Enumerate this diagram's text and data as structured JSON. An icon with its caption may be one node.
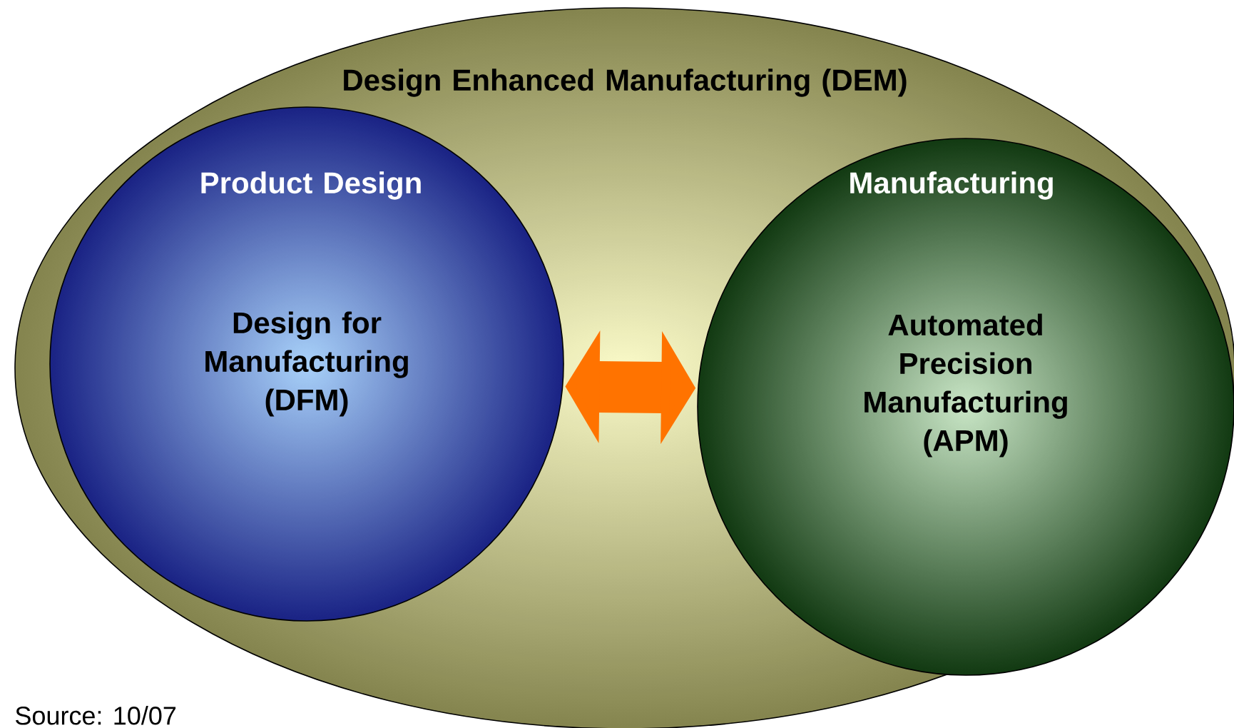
{
  "diagram": {
    "nodes": [
      {
        "text": [
          "Design Enhanced Manufacturing (DEM)"
        ]
      },
      {
        "text": [
          "Product Design",
          "Design for Manufacturing (DFM)"
        ],
        "in": 0
      },
      {
        "text": [
          "Manufacturing",
          "Automated Precision Manufacturing (APM)"
        ],
        "in": 0
      }
    ],
    "edges": [
      {
        "from": 1,
        "to": 2,
        "arrow": "both"
      }
    ],
    "labels": [
      "Source: 10/07"
    ]
  }
}
